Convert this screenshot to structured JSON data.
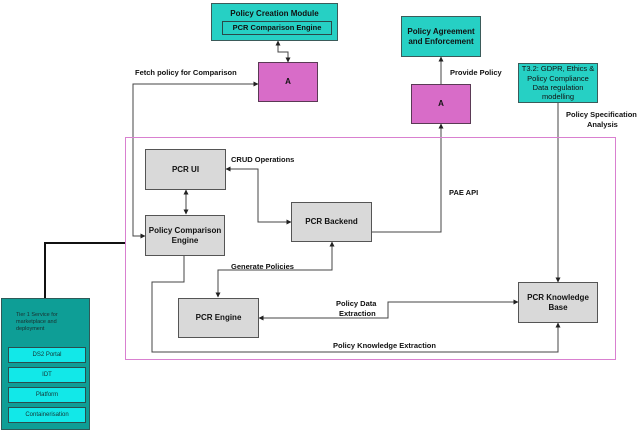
{
  "nodes": {
    "policy_creation_module": {
      "title": "Policy Creation Module",
      "inner": "PCR Comparison Engine"
    },
    "connector_a_top": {
      "label": "A"
    },
    "policy_agreement": {
      "label": "Policy Agreement and Enforcement"
    },
    "connector_a_right": {
      "label": "A"
    },
    "gdpr": {
      "label": "T3.2: GDPR, Ethics & Policy Compliance Data regulation modelling"
    },
    "pcr_ui": {
      "label": "PCR UI"
    },
    "policy_comparison_engine": {
      "label": "Policy Comparison Engine"
    },
    "pcr_backend": {
      "label": "PCR Backend"
    },
    "pcr_engine": {
      "label": "PCR Engine"
    },
    "pcr_knowledge_base": {
      "label": "PCR Knowledge Base"
    }
  },
  "edges": {
    "fetch_policy": "Fetch policy for Comparison",
    "provide_policy": "Provide Policy",
    "policy_spec_line1": "Policy Specification",
    "policy_spec_line2": "Analysis",
    "crud": "CRUD Operations",
    "pae_api": "PAE API",
    "generate_policies": "Generate Policies",
    "policy_data_line1": "Policy Data",
    "policy_data_line2": "Extraction",
    "policy_knowledge": "Policy Knowledge Extraction"
  },
  "tier1": {
    "title": "Tier 1 Service for marketplace and deployment",
    "items": [
      "DS2 Portal",
      "IDT",
      "Platform",
      "Containerisation"
    ]
  },
  "colors": {
    "teal": "#26d0c4",
    "magenta": "#d86cc8",
    "grey": "#d9d9d9",
    "frame": "#d980d0",
    "tier_bg": "#0e9e96",
    "tier_item": "#12e8e8"
  }
}
